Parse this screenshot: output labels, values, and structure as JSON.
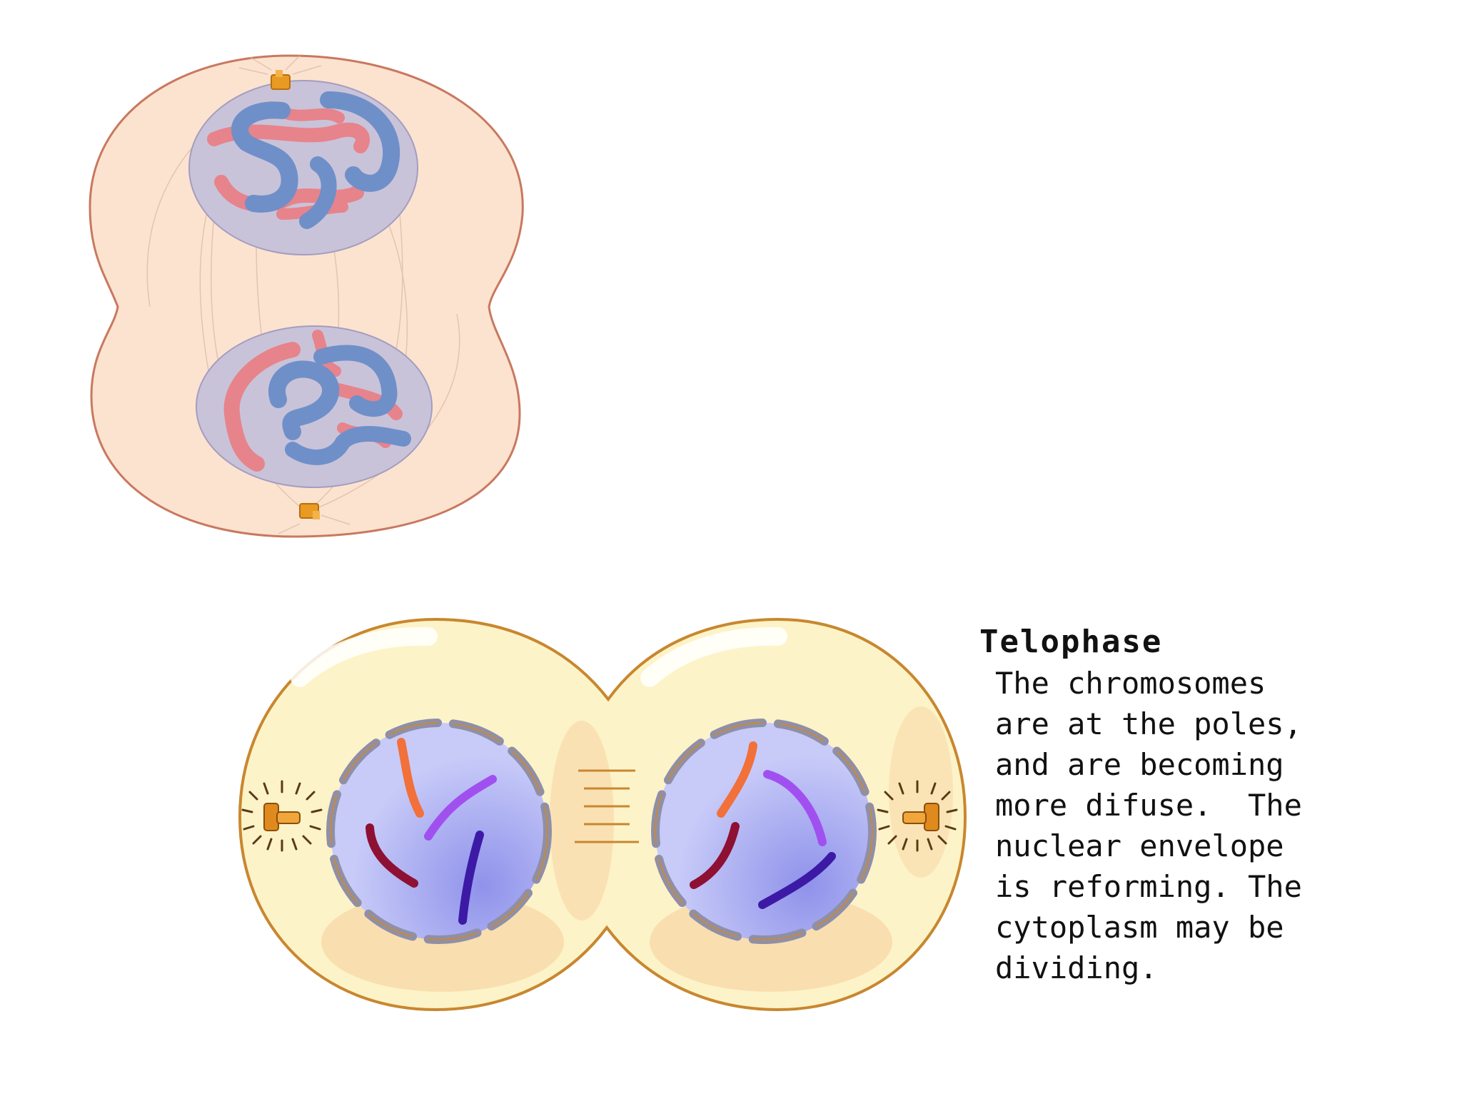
{
  "caption": {
    "title": "Telophase",
    "lines": [
      "The chromosomes",
      "are at the poles,",
      "and are becoming",
      "more difuse.  The",
      "nuclear envelope",
      "is reforming. The",
      "cytoplasm may be",
      "dividing."
    ]
  },
  "colors": {
    "cell1_cytoplasm": "#fbe3cf",
    "cell1_outline": "#c97860",
    "nucleus_fill": "#c9c3d9",
    "chromosome_blue": "#6f8fc9",
    "chromosome_pink": "#e7838b",
    "centriole_orange": "#e89a22",
    "cell2_cytoplasm": "#fdf3c8",
    "cell2_outline": "#c8872f",
    "nucleus2_fill": "#c8cbf8",
    "nuclear_envelope": "#8f8fa8",
    "chrom_orange": "#f2703a",
    "chrom_violet": "#a150f0",
    "chrom_maroon": "#8e1033",
    "chrom_indigo": "#3c1aa6"
  }
}
